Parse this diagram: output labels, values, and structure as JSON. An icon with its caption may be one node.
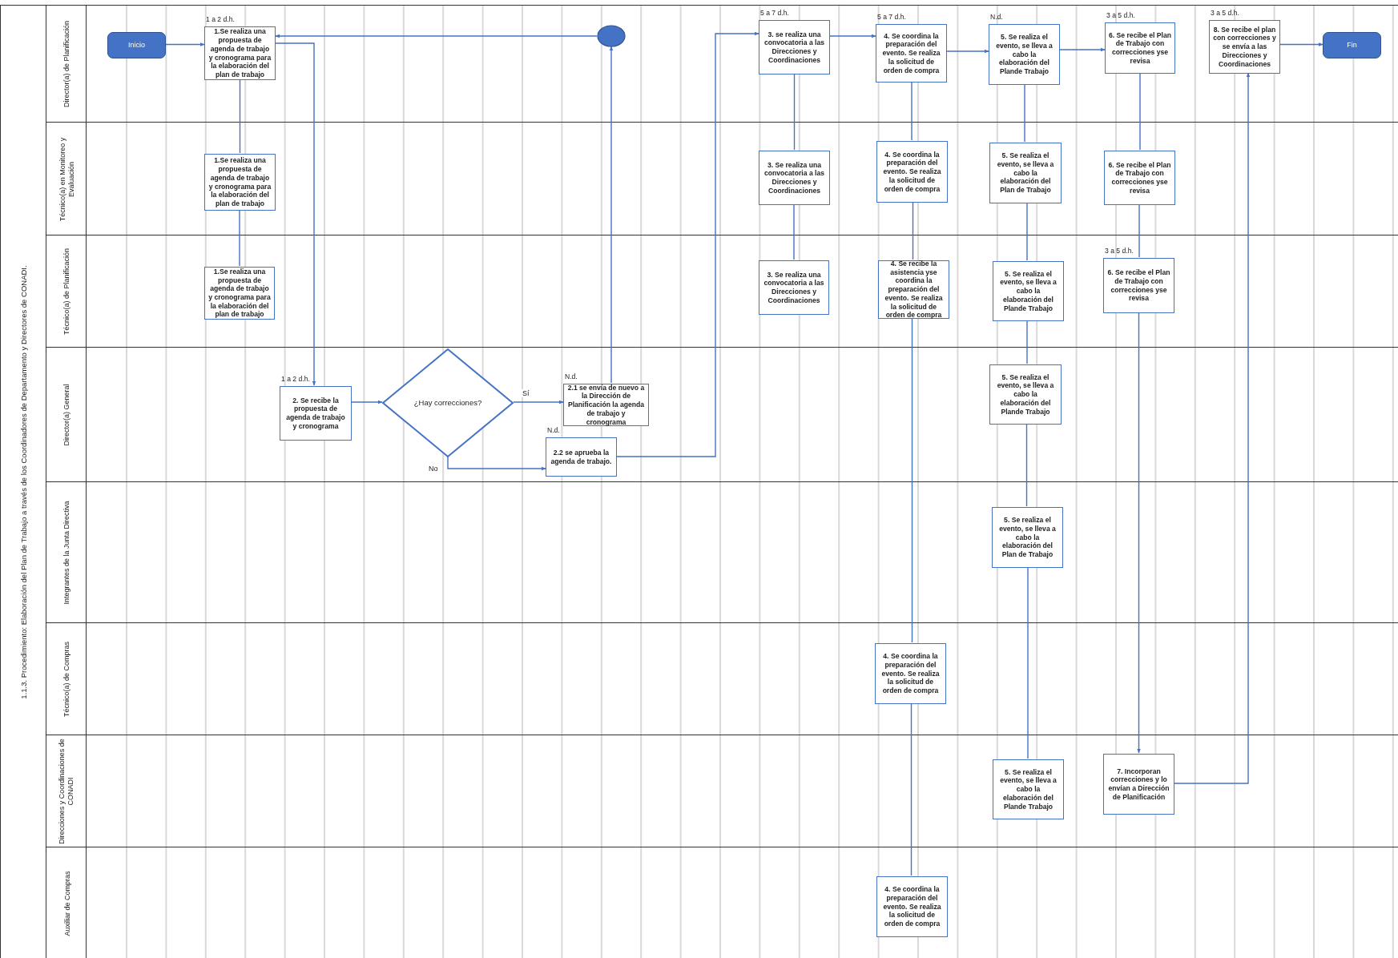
{
  "diagram": {
    "title": "1.1.3. Procedimiento: Elaboración del Plan de Trabajo a través de los Coordinadores de Departamento y Directores de CONADI.",
    "nodes": [
      {
        "text": [
          "Director(a) de Planificación"
        ]
      },
      {
        "text": [
          "Técnico(a) en Monitoreo y Evaluación"
        ]
      },
      {
        "text": [
          "Técnico(a) de Planificación"
        ]
      },
      {
        "text": [
          "Director(a) General"
        ]
      },
      {
        "text": [
          "Integrantes de la Junta Directiva"
        ]
      },
      {
        "text": [
          "Técnico(a) de Compras"
        ]
      },
      {
        "text": [
          "Direcciones y Coordinaciones de CONADI"
        ]
      },
      {
        "text": [
          "Auxiliar de Compras"
        ]
      },
      {
        "text": [
          "Inicio"
        ],
        "in": 0
      },
      {
        "text": [
          "1.Se realiza una propuesta de agenda de trabajo y cronograma para la elaboración del plan de trabajo"
        ],
        "in": 0,
        "beside": [
          "1 a 2 d.h."
        ]
      },
      {
        "text": [],
        "shape": "circle",
        "in": 0
      },
      {
        "text": [
          "3. se realiza una convocatoria a las Direcciones y Coordinaciones"
        ],
        "in": 0,
        "beside": [
          "5 a 7 d.h."
        ]
      },
      {
        "text": [
          "4. Se coordina la preparación del evento. Se realiza la solicitud de orden de compra"
        ],
        "in": 0,
        "beside": [
          "5 a 7 d.h."
        ]
      },
      {
        "text": [
          "5. Se realiza el evento, se lleva a cabo la elaboración del Plande Trabajo"
        ],
        "in": 0,
        "beside": [
          "N.d."
        ]
      },
      {
        "text": [
          "6. Se recibe el Plan de Trabajo con correcciones yse revisa"
        ],
        "in": 0,
        "beside": [
          "3 a 5 d.h."
        ]
      },
      {
        "text": [
          "8. Se recibe el plan con correcciones y se envía a las Direcciones y Coordinaciones"
        ],
        "in": 0,
        "beside": [
          "3 a 5 d.h."
        ]
      },
      {
        "text": [
          "Fin"
        ],
        "in": 0
      },
      {
        "text": [
          "1.Se realiza una propuesta de agenda de trabajo y cronograma para la elaboración del plan de trabajo"
        ],
        "in": 1
      },
      {
        "text": [
          "3. Se realiza una convocatoria a las Direcciones y Coordinaciones"
        ],
        "in": 1
      },
      {
        "text": [
          "4. Se coordina la preparación del evento. Se realiza la solicitud de orden de compra"
        ],
        "in": 1
      },
      {
        "text": [
          "5. Se realiza el evento, se lleva a cabo la elaboración del Plan de Trabajo"
        ],
        "in": 1
      },
      {
        "text": [
          "6. Se recibe el Plan de Trabajo con correcciones yse revisa"
        ],
        "in": 1
      },
      {
        "text": [
          "1.Se realiza una propuesta de agenda de trabajo y cronograma para la elaboración del plan de trabajo"
        ],
        "in": 2
      },
      {
        "text": [
          "3. Se realiza una convocatoria a las Direcciones y Coordinaciones"
        ],
        "in": 2
      },
      {
        "text": [
          "4. Se recibe la asistencia yse coordina la preparación del evento. Se realiza la solicitud de orden de compra"
        ],
        "in": 2
      },
      {
        "text": [
          "5. Se realiza el evento, se lleva a cabo la elaboración del Plande Trabajo"
        ],
        "in": 2
      },
      {
        "text": [
          "6. Se recibe el Plan de Trabajo con correcciones yse revisa"
        ],
        "in": 2,
        "beside": [
          "3 a 5 d.h."
        ]
      },
      {
        "text": [
          "2. Se recibe la propuesta de agenda de trabajo y cronograma"
        ],
        "in": 3,
        "beside": [
          "1 a 2 d.h."
        ]
      },
      {
        "text": [
          "¿Hay correcciones?"
        ],
        "in": 3
      },
      {
        "text": [
          "2.1 se envía de nuevo a la Dirección de Planificación la agenda de trabajo y cronograma"
        ],
        "in": 3,
        "beside": [
          "N.d."
        ]
      },
      {
        "text": [
          "2.2 se aprueba la agenda de trabajo."
        ],
        "in": 3,
        "beside": [
          "N.d."
        ]
      },
      {
        "text": [
          "5. Se realiza el evento, se lleva a cabo la elaboración del Plande Trabajo"
        ],
        "in": 3
      },
      {
        "text": [
          "5. Se realiza el evento, se lleva a cabo la elaboración del Plan de Trabajo"
        ],
        "in": 4
      },
      {
        "text": [
          "4. Se coordina la preparación del evento. Se realiza la solicitud de orden de compra"
        ],
        "in": 5
      },
      {
        "text": [
          "5. Se realiza el evento, se lleva a cabo la elaboración del Plande Trabajo"
        ],
        "in": 6
      },
      {
        "text": [
          "7. Incorporan correcciones y lo envían a Dirección de Planificación"
        ],
        "in": 6
      },
      {
        "text": [
          "4. Se coordina la preparación del evento. Se realiza la solicitud de orden de compra"
        ],
        "in": 7
      }
    ],
    "edges": [
      {
        "from": 8,
        "to": 9,
        "arrow": "to"
      },
      {
        "from": 9,
        "to": 17,
        "arrow": "none"
      },
      {
        "from": 17,
        "to": 22,
        "arrow": "none"
      },
      {
        "from": 9,
        "to": 27,
        "arrow": "to"
      },
      {
        "from": 27,
        "to": 28,
        "arrow": "to"
      },
      {
        "from": 28,
        "to": 29,
        "arrow": "to",
        "label": "Sí"
      },
      {
        "from": 28,
        "to": 30,
        "arrow": "to",
        "label": "No"
      },
      {
        "from": 29,
        "to": 10,
        "arrow": "to"
      },
      {
        "from": 10,
        "to": 9,
        "arrow": "to"
      },
      {
        "from": 30,
        "to": 11,
        "arrow": "to"
      },
      {
        "from": 11,
        "to": 18,
        "arrow": "none"
      },
      {
        "from": 18,
        "to": 23,
        "arrow": "none"
      },
      {
        "from": 11,
        "to": 12,
        "arrow": "to"
      },
      {
        "from": 12,
        "to": 19,
        "arrow": "none"
      },
      {
        "from": 19,
        "to": 24,
        "arrow": "none"
      },
      {
        "from": 24,
        "to": 33,
        "arrow": "none"
      },
      {
        "from": 33,
        "to": 36,
        "arrow": "none"
      },
      {
        "from": 12,
        "to": 13,
        "arrow": "to"
      },
      {
        "from": 13,
        "to": 20,
        "arrow": "none"
      },
      {
        "from": 20,
        "to": 25,
        "arrow": "none"
      },
      {
        "from": 25,
        "to": 31,
        "arrow": "none"
      },
      {
        "from": 31,
        "to": 32,
        "arrow": "none"
      },
      {
        "from": 32,
        "to": 34,
        "arrow": "none"
      },
      {
        "from": 13,
        "to": 14,
        "arrow": "to"
      },
      {
        "from": 14,
        "to": 21,
        "arrow": "none"
      },
      {
        "from": 21,
        "to": 26,
        "arrow": "none"
      },
      {
        "from": 26,
        "to": 35,
        "arrow": "to"
      },
      {
        "from": 35,
        "to": 15,
        "arrow": "to"
      },
      {
        "from": 15,
        "to": 16,
        "arrow": "to"
      }
    ]
  }
}
